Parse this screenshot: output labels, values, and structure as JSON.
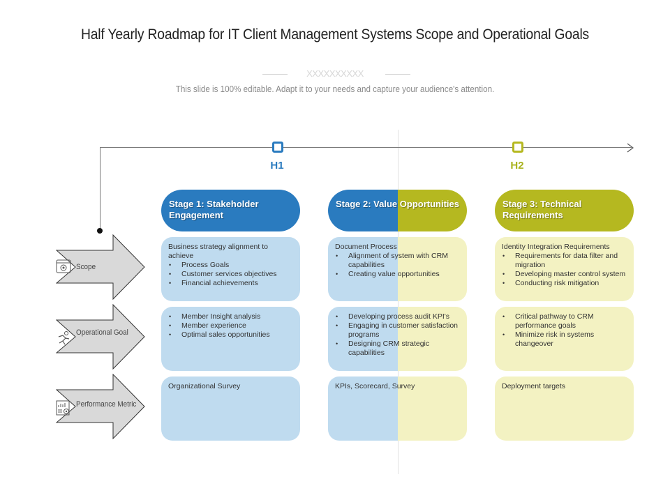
{
  "header": {
    "title": "Half Yearly Roadmap for IT Client Management Systems Scope and Operational Goals",
    "placeholder": "XXXXXXXXXX",
    "subtitle": "This slide is 100% editable. Adapt it to your needs and capture your audience's attention."
  },
  "timeline": {
    "halves": [
      {
        "label": "H1",
        "color": "#2a7bbf"
      },
      {
        "label": "H2",
        "color": "#b5b820"
      }
    ]
  },
  "stages": [
    {
      "label": "Stage 1: Stakeholder Engagement"
    },
    {
      "label": "Stage 2: Value Opportunities"
    },
    {
      "label": "Stage 3: Technical Requirements"
    }
  ],
  "rows": [
    {
      "label": "Scope",
      "icon": "target-window-icon"
    },
    {
      "label": "Operational Goal",
      "icon": "running-person-icon"
    },
    {
      "label": "Performance Metric",
      "icon": "report-chart-icon"
    }
  ],
  "cells": {
    "scope": [
      {
        "heading": "Business strategy alignment to achieve",
        "bullets": [
          "Process Goals",
          "Customer services objectives",
          "Financial achievements"
        ]
      },
      {
        "heading": "Document Process",
        "bullets": [
          "Alignment of system with CRM capabilities",
          "Creating value opportunities"
        ]
      },
      {
        "heading": "Identity Integration Requirements",
        "bullets": [
          "Requirements for data filter and migration",
          "Developing master control system",
          "Conducting risk mitigation"
        ]
      }
    ],
    "operational_goal": [
      {
        "bullets": [
          "Member Insight analysis",
          "Member experience",
          "Optimal sales opportunities"
        ]
      },
      {
        "bullets": [
          "Developing process audit KPI's",
          "Engaging in customer satisfaction programs",
          "Designing CRM strategic capabilities"
        ]
      },
      {
        "bullets": [
          "Critical pathway to CRM performance goals",
          "Minimize risk in systems changeover"
        ]
      }
    ],
    "performance_metric": [
      {
        "heading": "Organizational Survey"
      },
      {
        "heading": "KPIs, Scorecard, Survey"
      },
      {
        "heading": "Deployment targets"
      }
    ]
  },
  "colors": {
    "blue": "#2a7bbf",
    "olive": "#b5b820",
    "light_blue": "#bfdbef",
    "light_yellow": "#f3f2c2"
  }
}
